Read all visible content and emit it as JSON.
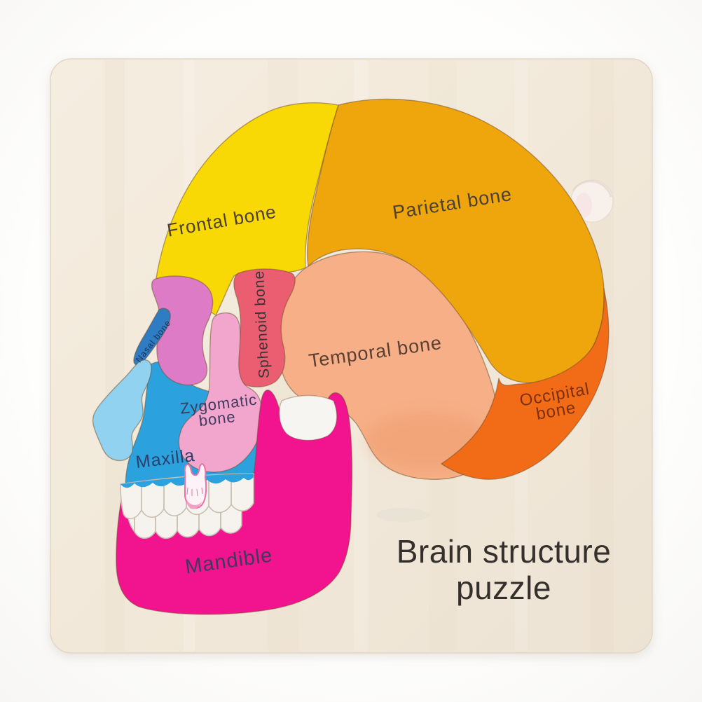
{
  "product": {
    "title_line1": "Brain structure",
    "title_line2": "puzzle"
  },
  "labels": {
    "frontal": "Frontal bone",
    "parietal": "Parietal bone",
    "temporal": "Temporal bone",
    "occipital_line1": "Occipital",
    "occipital_line2": "bone",
    "sphenoid": "Sphenoid bone",
    "nasal": "Nasal bone",
    "zygomatic_line1": "Zygomatic",
    "zygomatic_line2": "bone",
    "maxilla": "Maxilla",
    "mandible": "Mandible"
  },
  "colors": {
    "frontal": "#F8D805",
    "parietal": "#EFA50C",
    "temporal": "#F6AF87",
    "occipital": "#F26B16",
    "sphenoid": "#EB5E71",
    "orchid": "#DD7BC6",
    "zygomatic": "#F2A6CE",
    "nasal": "#2F7CC2",
    "face": "#90D2F0",
    "maxilla": "#2BA2DD",
    "mandible": "#F2138F",
    "teeth": "#F6F3EF",
    "tooth_pink": "#EE6FA6",
    "wood": "#F2E9DA",
    "board_edge": "#E2D7C5",
    "label_dark": "#4C4036",
    "label_navy": "#2C3F6B",
    "label_purple": "#3F3A5E",
    "label_occipital": "#7D2F12",
    "title": "#36302C"
  }
}
